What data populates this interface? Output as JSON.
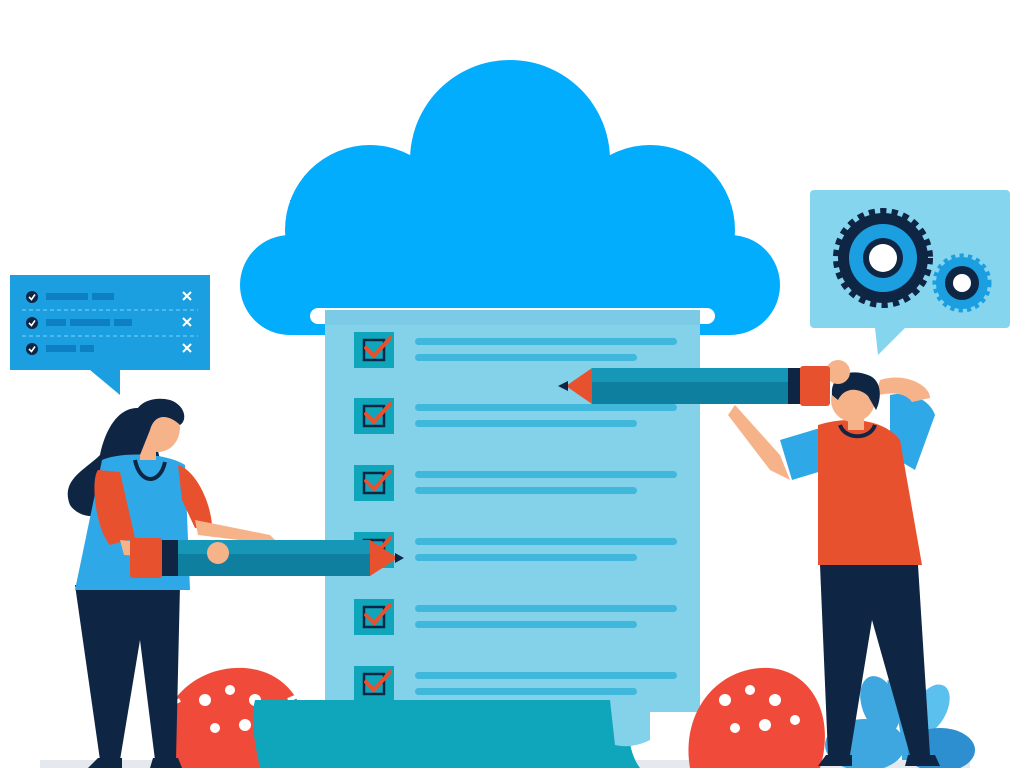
{
  "illustration": {
    "subject": "cloud-checklist-teamwork",
    "checklist_items_checked": 6,
    "chat_bubble_left_rows": 3,
    "gears_count": 2
  },
  "palette": {
    "cloud": "#03ADFD",
    "panel": "#84D1EA",
    "panel_dark": "#0FA6BC",
    "accent_orange": "#E8512E",
    "navy": "#0F2544",
    "skin": "#F6B38A",
    "bubble_left": "#1B9FE0",
    "bubble_right": "#86D5EF",
    "gear_dark": "#0F2544",
    "leaf_red": "#F04B3A",
    "leaf_blue": "#3FA7E0"
  }
}
